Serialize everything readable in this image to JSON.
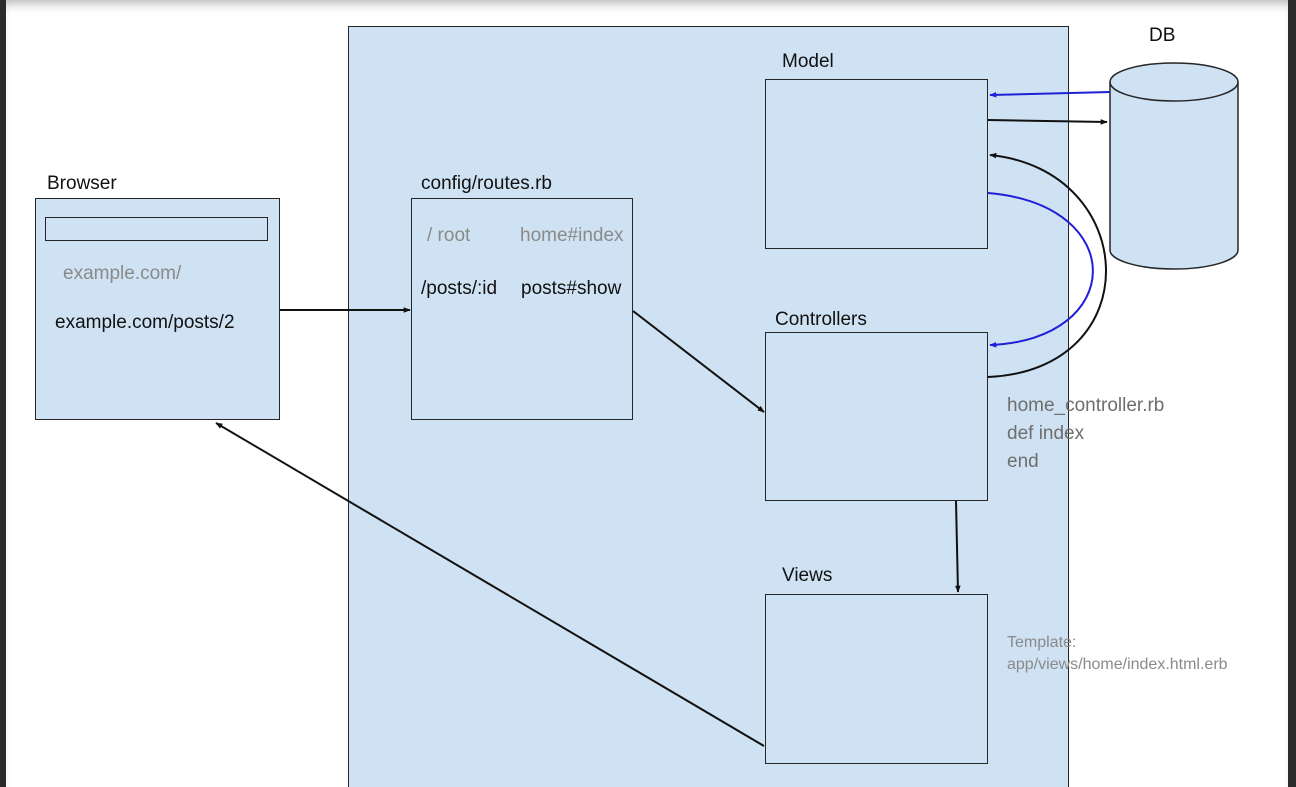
{
  "nodes": {
    "browser": {
      "title": "Browser",
      "url_root": "example.com/",
      "url_post": "example.com/posts/2"
    },
    "routes": {
      "title": "config/routes.rb",
      "rows": [
        {
          "path": "/ root",
          "action": "home#index"
        },
        {
          "path": "/posts/:id",
          "action": "posts#show"
        }
      ]
    },
    "model": {
      "title": "Model"
    },
    "controllers": {
      "title": "Controllers"
    },
    "views": {
      "title": "Views"
    },
    "db": {
      "title": "DB"
    }
  },
  "annotations": {
    "controller_code": [
      "home_controller.rb",
      "def index",
      "end"
    ],
    "template": [
      "Template:",
      "app/views/home/index.html.erb"
    ]
  },
  "colors": {
    "box_fill": "#cfe2f3",
    "stroke": "#262626",
    "blue_arrow": "#1f1fd6",
    "text_gray": "#8a8a8a"
  }
}
